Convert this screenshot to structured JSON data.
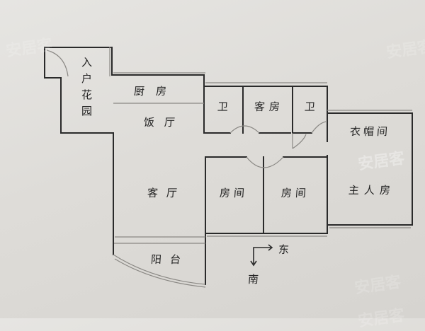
{
  "plan": {
    "rooms": {
      "entry_garden": "入户花园",
      "kitchen": "厨房",
      "dining_room": "饭厅",
      "bathroom_1": "卫",
      "guest_room": "客房",
      "bathroom_2": "卫",
      "walk_in_closet": "衣帽间",
      "master_bedroom": "主人房",
      "living_room": "客厅",
      "bedroom_1": "房间",
      "bedroom_2": "房间",
      "balcony": "阳台"
    },
    "compass": {
      "east": "东",
      "south": "南"
    }
  },
  "watermark": "安居客",
  "colors": {
    "paper": "#dedcd8",
    "wall": "#2a2a2a",
    "pencil": "#8a8884"
  }
}
